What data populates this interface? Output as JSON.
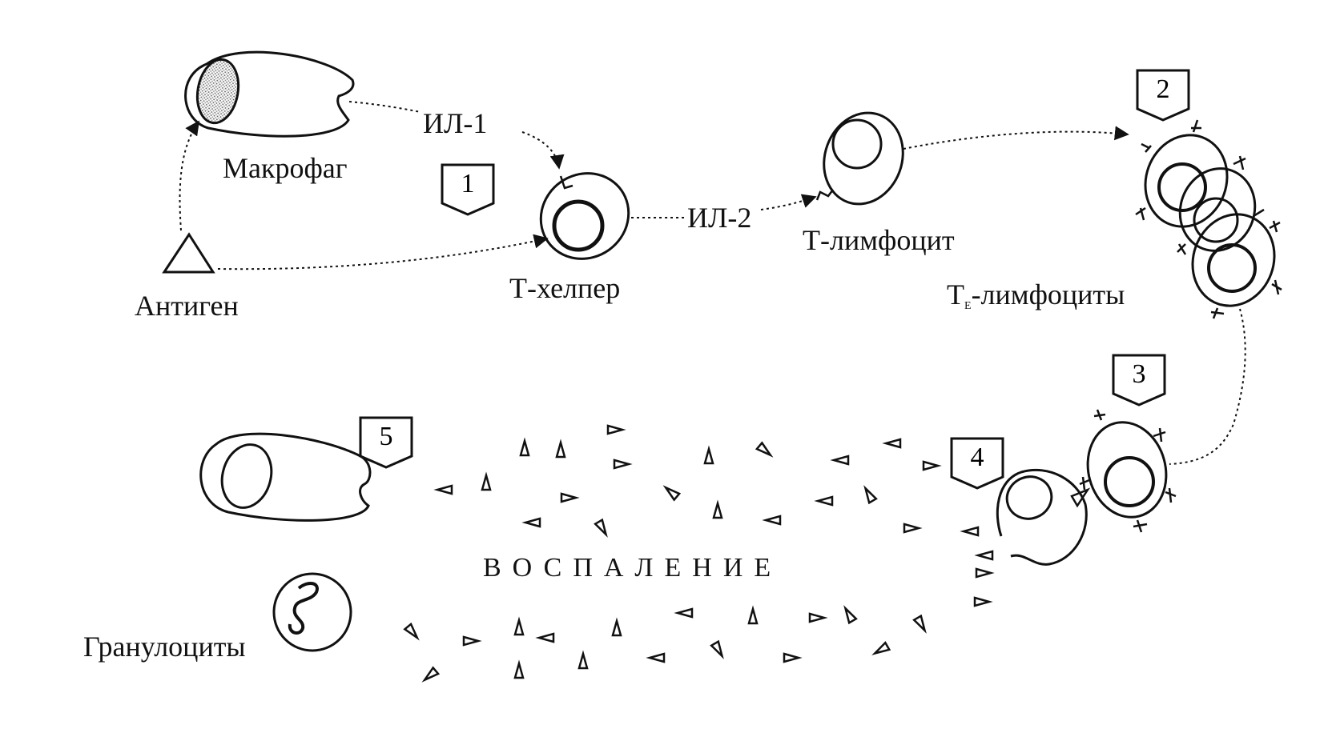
{
  "labels": {
    "macrophage": "Макрофаг",
    "antigen": "Антиген",
    "il1": "ИЛ-1",
    "il2": "ИЛ-2",
    "t_helper": "Т-хелпер",
    "t_lymphocyte": "Т-лимфоцит",
    "te_prefix": "Т",
    "te_sub": "Е",
    "te_suffix": "-лимфоциты",
    "inflammation": "ВОСПАЛЕНИЕ",
    "granulocytes": "Гранулоциты"
  },
  "steps": [
    "1",
    "2",
    "3",
    "4",
    "5"
  ],
  "icons": {
    "antigen": "triangle-icon",
    "macrophage": "macrophage-cell-icon",
    "lymphocyte": "lymphocyte-cell-icon",
    "granulocyte": "granulocyte-cell-icon",
    "cytokine": "small-triangle-icon"
  }
}
